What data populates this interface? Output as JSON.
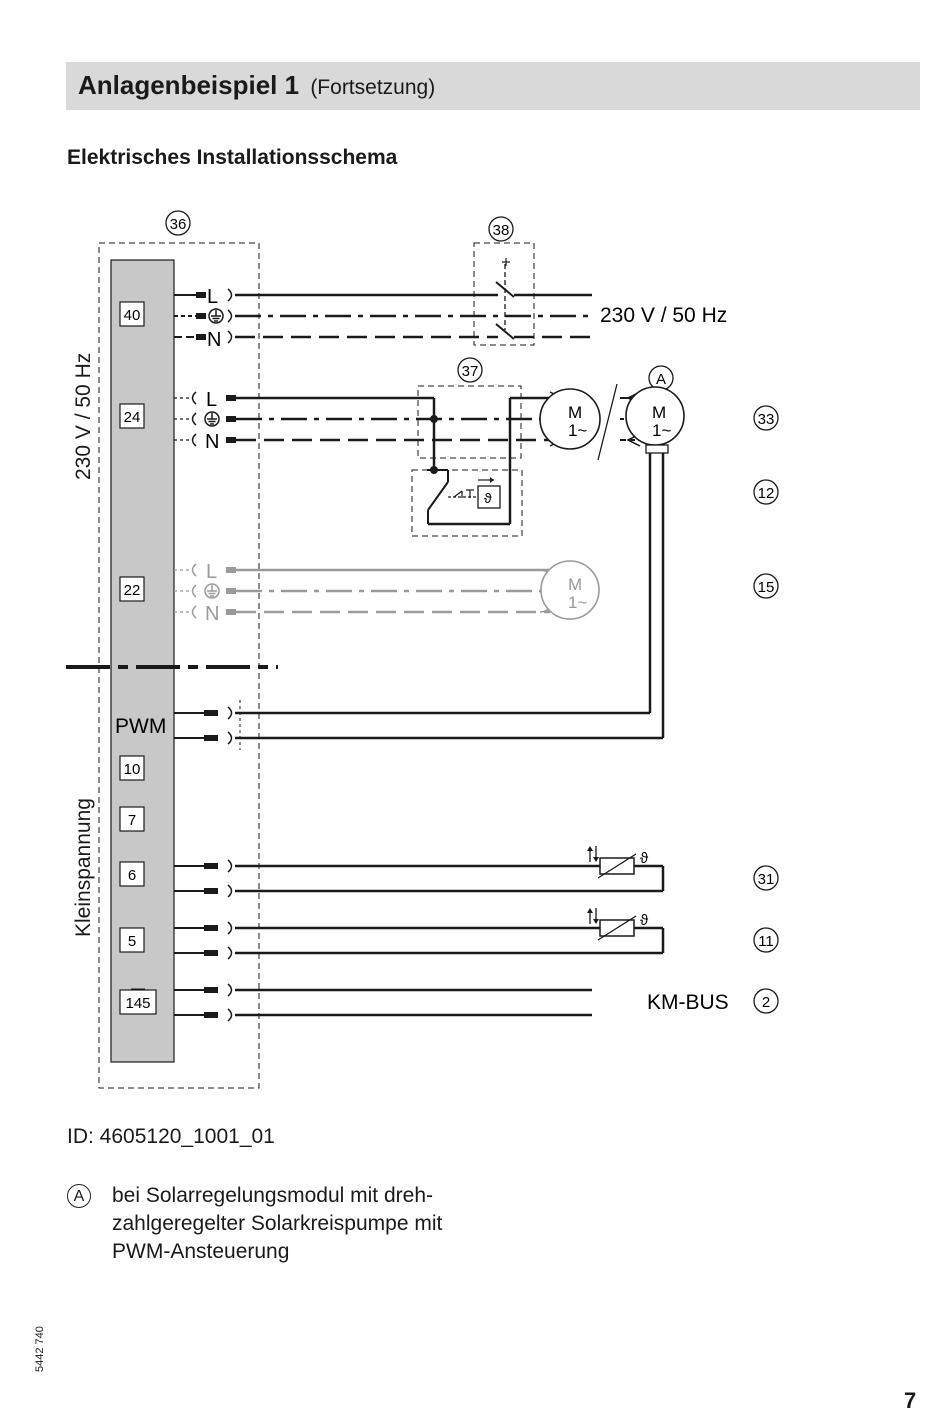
{
  "header": {
    "title": "Anlagenbeispiel 1",
    "subtitle": "(Fortsetzung)"
  },
  "section_title": "Elektrisches Installationsschema",
  "diagram": {
    "component_refs": {
      "module": "36",
      "switch": "38",
      "relay": "37",
      "pump_a": "33",
      "pump_b": "12",
      "pump_c": "15",
      "sensor_1": "31",
      "sensor_2": "11",
      "bus": "2",
      "marker": "A"
    },
    "terminals": [
      "40",
      "24",
      "22",
      "PWM",
      "10",
      "7",
      "6",
      "5",
      "145"
    ],
    "conductors": {
      "line": "L",
      "neutral": "N"
    },
    "vertical_labels": {
      "mains": "230 V / 50 Hz",
      "low_voltage": "Kleinspannung"
    },
    "mains_label": "230 V / 50 Hz",
    "motor_label": {
      "m": "M",
      "phase": "1~"
    },
    "bus_label": "KM-BUS",
    "sensor_symbol": "ϑ",
    "colors": {
      "line": "#1a1a1a",
      "inactive": "#9a9a9a",
      "module_fill": "#c8c8c8",
      "header_bg": "#d9d9d9"
    }
  },
  "doc_id": "ID: 4605120_1001_01",
  "note": {
    "marker": "A",
    "text": "bei Solarregelungsmodul mit dreh-zahlgeregelter Solarkreispumpe mit PWM-Ansteuerung",
    "lines": [
      "bei Solarregelungsmodul mit dreh-",
      "zahlgeregelter Solarkreispumpe mit",
      "PWM-Ansteuerung"
    ]
  },
  "side_code": "5442 740",
  "page_number": "7"
}
